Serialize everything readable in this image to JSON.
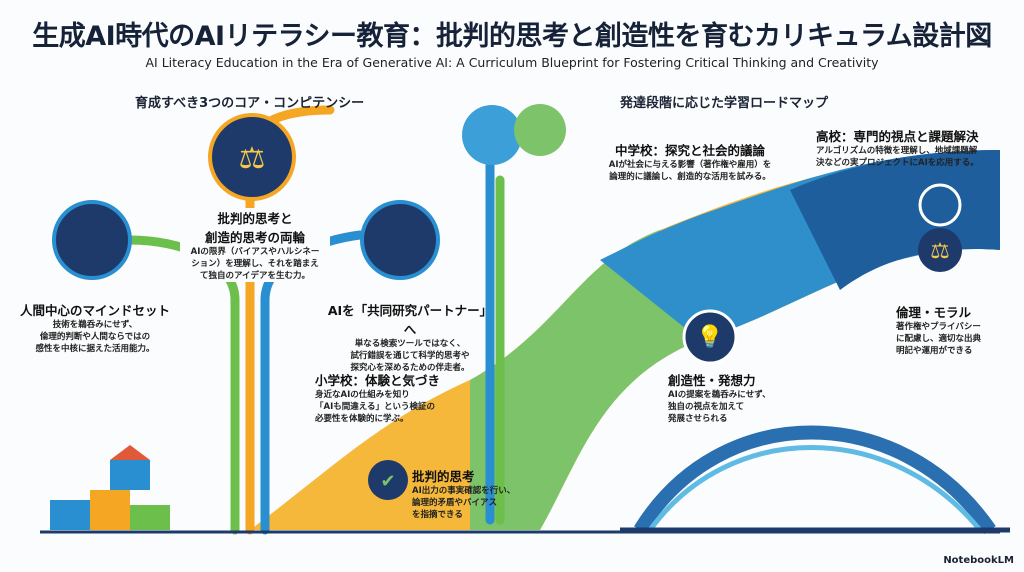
{
  "title": "生成AI時代のAIリテラシー教育：批判的思考と創造性を育むカリキュラム設計図",
  "subtitle": "AI Literacy Education in the Era of Generative AI: A Curriculum Blueprint for Fostering Critical Thinking and Creativity",
  "left_section": "育成すべき3つのコア・コンピテンシー",
  "right_section": "発達段階に応じた学習ロードマップ",
  "competencies": [
    {
      "title": "人間中心のマインドセット",
      "desc": [
        "技術を鵜呑みにせず、",
        "倫理的判断や人間ならではの",
        "感性を中核に据えた活用能力。"
      ]
    },
    {
      "title": "批判的思考と\n創造的思考の両輪",
      "desc": [
        "AIの限界（バイアスやハルシネー",
        "ション）を理解し、それを踏まえ",
        "て独自のアイデアを生む力。"
      ]
    },
    {
      "title": "AIを「共同研究パートナー」へ",
      "desc": [
        "単なる検索ツールではなく、",
        "試行錯誤を通じて科学的思考や",
        "探究心を深めるための伴走者。"
      ]
    }
  ],
  "stages": [
    {
      "title": "小学校：体験と気づき",
      "desc": [
        "身近なAIの仕組みを知り",
        "「AIも間違える」という検証の",
        "必要性を体験的に学ぶ。"
      ]
    },
    {
      "title": "中学校：探究と社会的議論",
      "desc": [
        "AIが社会に与える影響（著作権や雇用）を",
        "論理的に議論し、創造的な活用を試みる。"
      ]
    },
    {
      "title": "高校：専門的視点と課題解決",
      "desc": [
        "アルゴリズムの特徴を理解し、地域課題解",
        "決などの実プロジェクトにAIを応用する。"
      ]
    }
  ],
  "skills": [
    {
      "title": "批判的思考",
      "desc": [
        "AI出力の事実確認を行い、",
        "論理的矛盾やバイアス",
        "を指摘できる"
      ]
    },
    {
      "title": "創造性・発想力",
      "desc": [
        "AIの提案を鵜呑みにせず、",
        "独自の視点を加えて",
        "発展させられる"
      ]
    },
    {
      "title": "倫理・モラル",
      "desc": [
        "著作権やプライバシー",
        "に配慮し、適切な出典",
        "明記や運用ができる"
      ]
    }
  ],
  "brand": "NotebookLM",
  "colors": {
    "navy": "#1d3a6b",
    "blue": "#2a8fd0",
    "green": "#6cbf4b",
    "orange": "#f5a623",
    "yellow": "#f7c948"
  }
}
